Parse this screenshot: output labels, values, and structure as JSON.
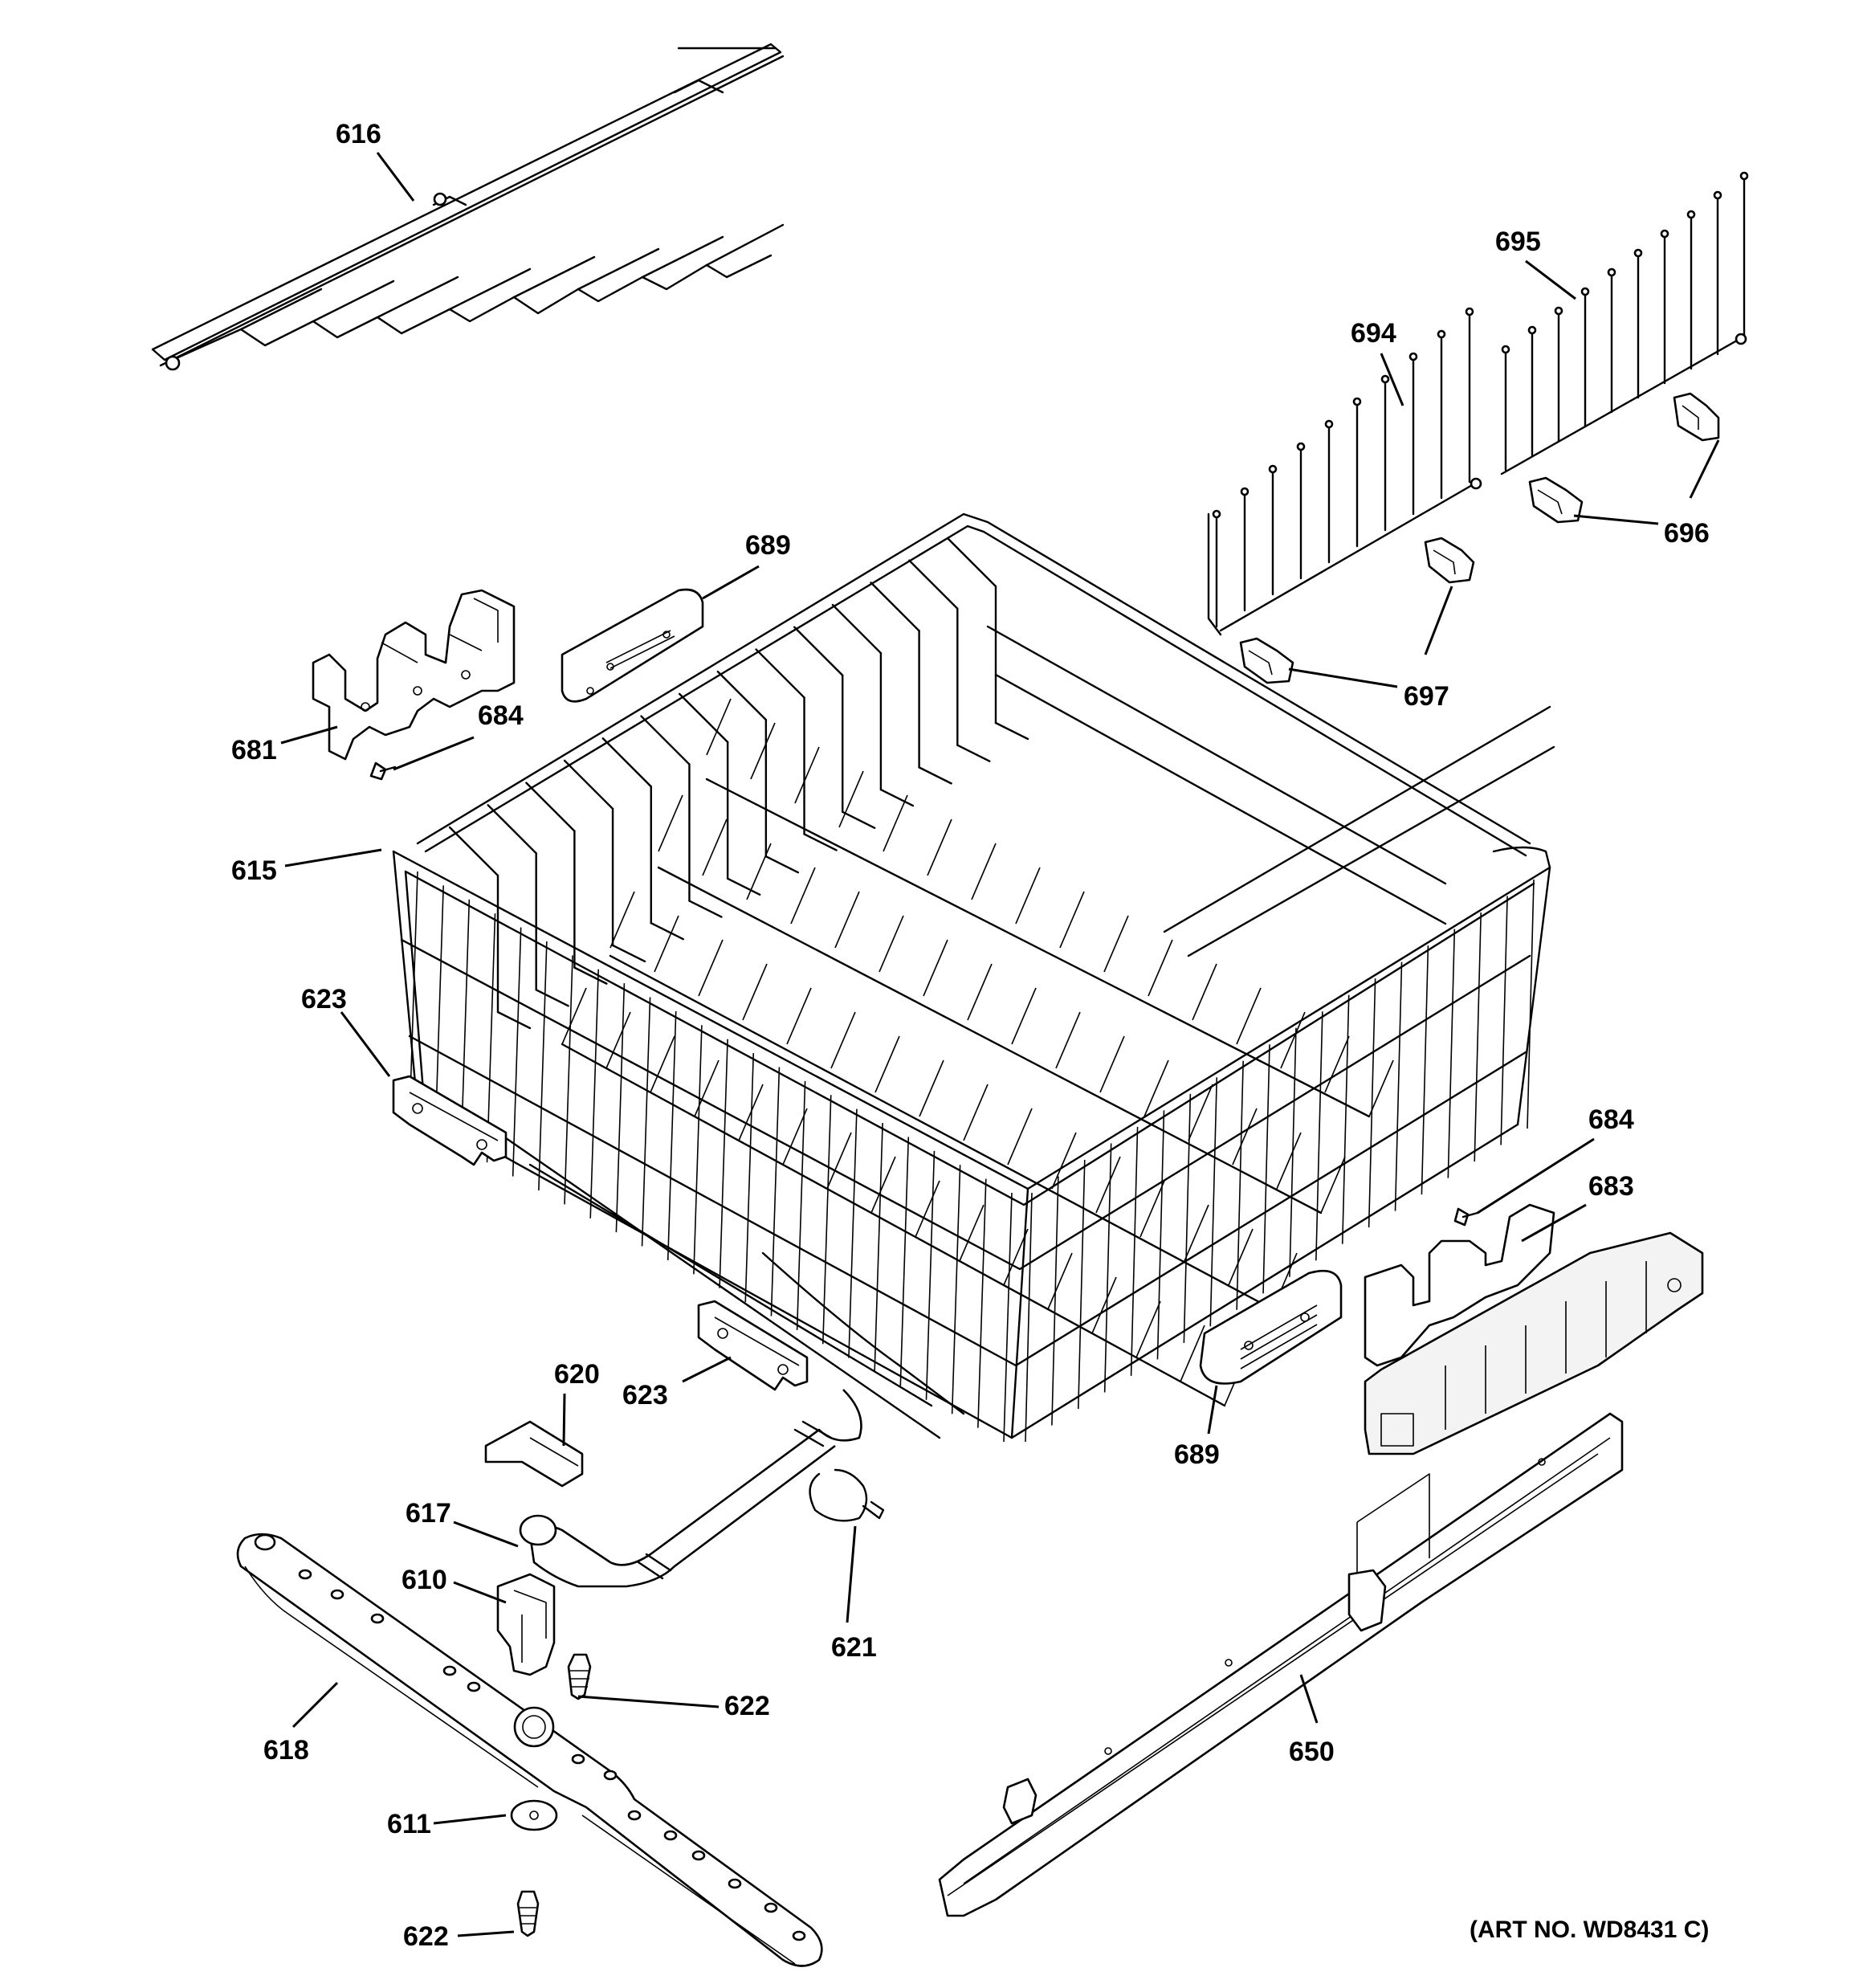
{
  "labels": {
    "l616": "616",
    "l695": "695",
    "l694": "694",
    "l689a": "689",
    "l696": "696",
    "l681": "681",
    "l684a": "684",
    "l697": "697",
    "l615": "615",
    "l623a": "623",
    "l684b": "684",
    "l683": "683",
    "l620": "620",
    "l623b": "623",
    "l689b": "689",
    "l617": "617",
    "l610": "610",
    "l621": "621",
    "l622a": "622",
    "l618": "618",
    "l650": "650",
    "l611": "611",
    "l622b": "622"
  },
  "art_number": "(ART NO. WD8431 C)"
}
